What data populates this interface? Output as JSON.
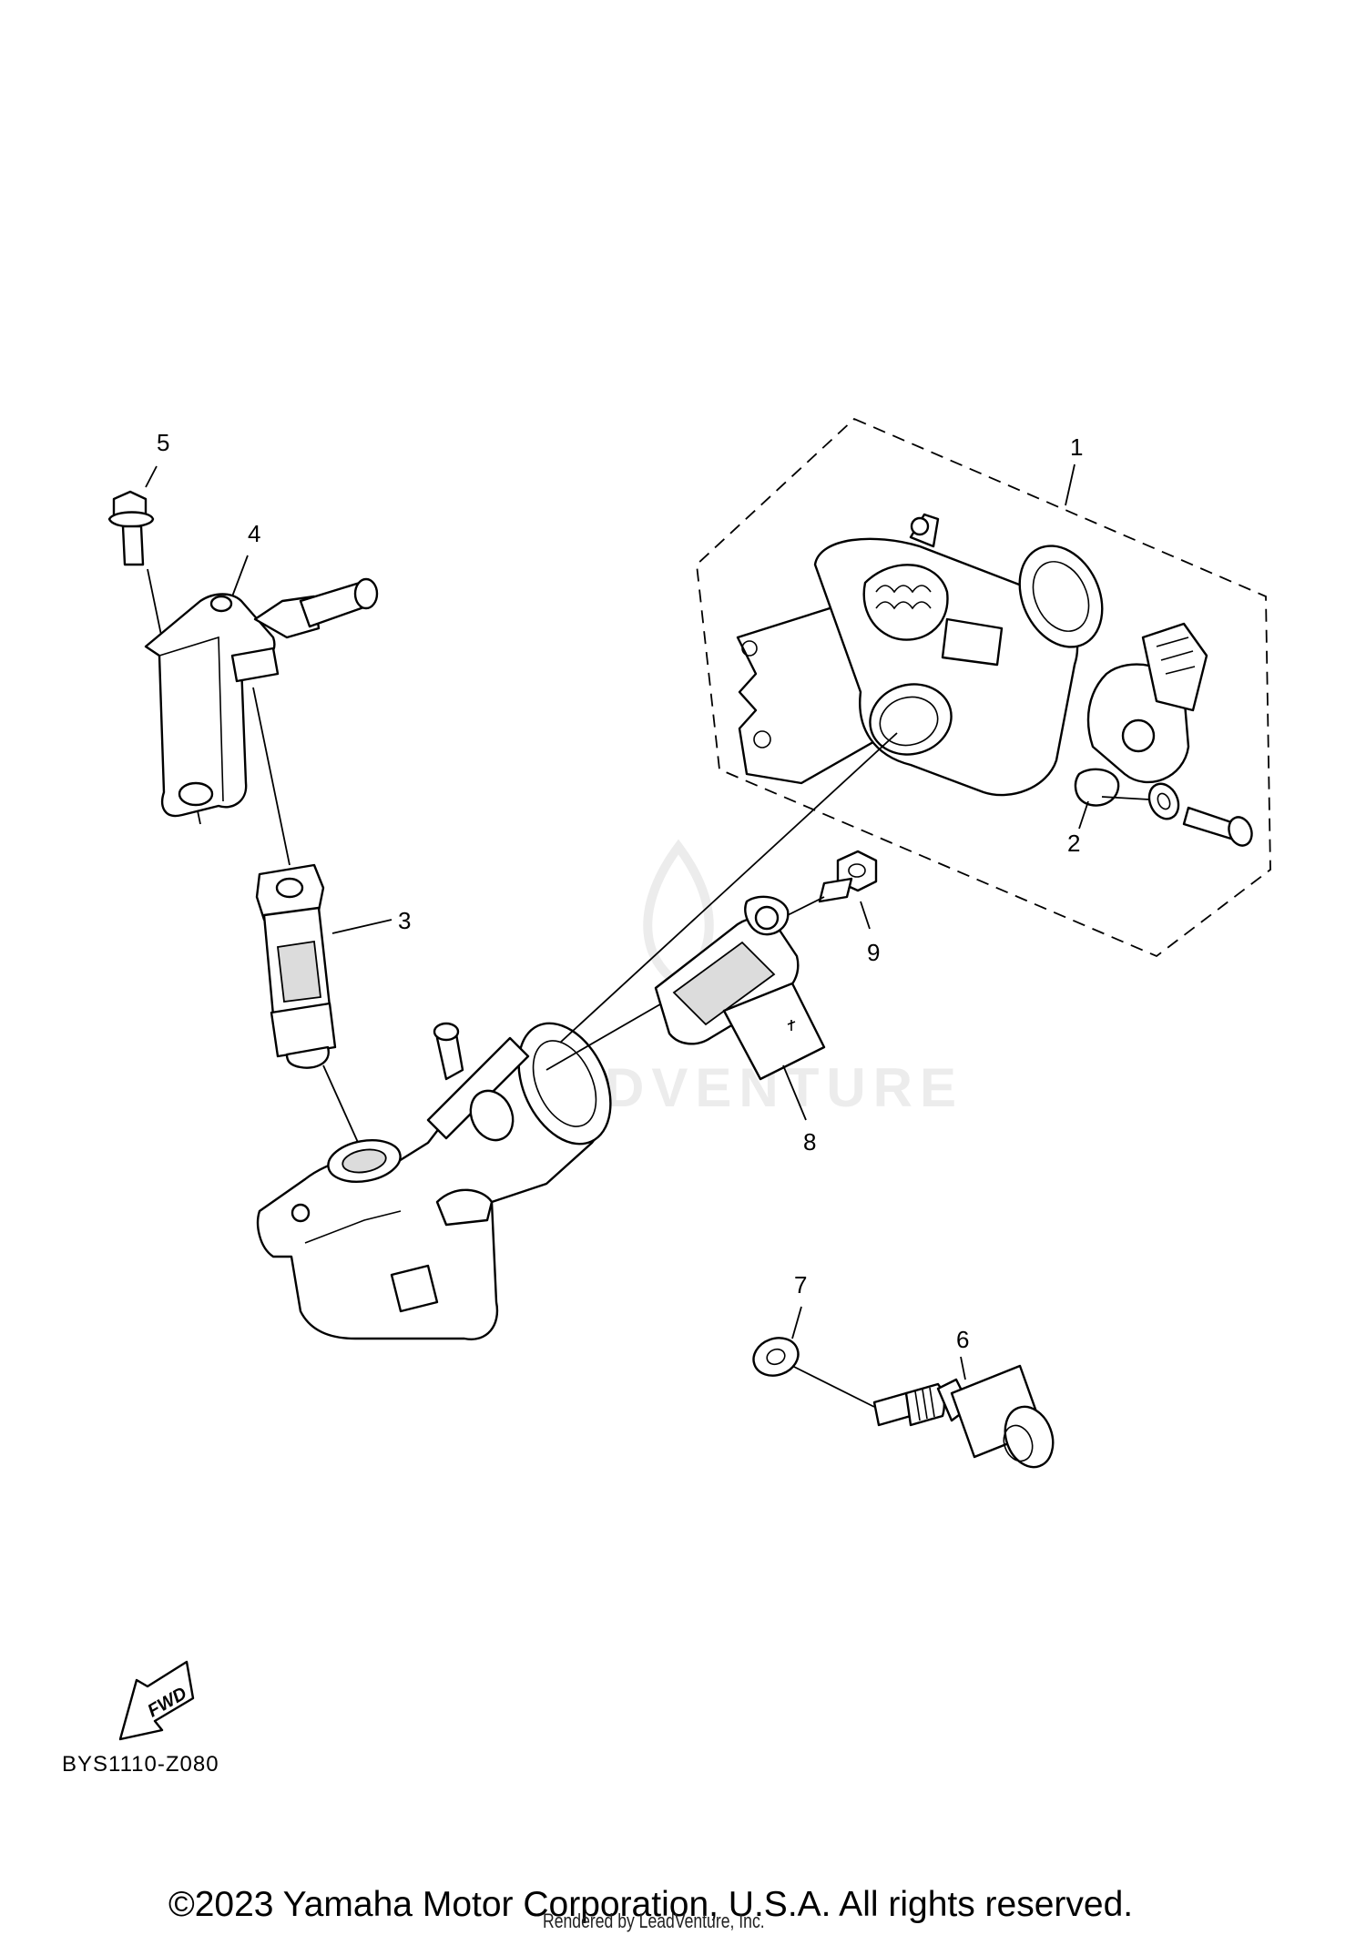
{
  "diagram": {
    "code": "BYS1110-Z080",
    "fwd_label": "FWD",
    "watermark": "LEADVENTURE",
    "callouts": [
      {
        "id": "1",
        "text": "1"
      },
      {
        "id": "2",
        "text": "2"
      },
      {
        "id": "3",
        "text": "3"
      },
      {
        "id": "4",
        "text": "4"
      },
      {
        "id": "5",
        "text": "5"
      },
      {
        "id": "6",
        "text": "6"
      },
      {
        "id": "7",
        "text": "7"
      },
      {
        "id": "8",
        "text": "8"
      },
      {
        "id": "9",
        "text": "9"
      }
    ],
    "parts": [
      {
        "callout": "1",
        "icon": "throttle-body-assembly-icon"
      },
      {
        "callout": "2",
        "icon": "sensor-screw-icon"
      },
      {
        "callout": "3",
        "icon": "fuel-injector-icon"
      },
      {
        "callout": "4",
        "icon": "injector-bracket-hose-icon"
      },
      {
        "callout": "5",
        "icon": "flange-bolt-icon"
      },
      {
        "callout": "6",
        "icon": "temperature-sensor-icon"
      },
      {
        "callout": "7",
        "icon": "washer-icon"
      },
      {
        "callout": "8",
        "icon": "pressure-sensor-icon"
      },
      {
        "callout": "9",
        "icon": "bolt-icon"
      }
    ]
  },
  "footer": {
    "copyright": "©2023 Yamaha Motor Corporation, U.S.A. All rights reserved.",
    "rendered_by": "Rendered by LeadVenture, Inc."
  }
}
